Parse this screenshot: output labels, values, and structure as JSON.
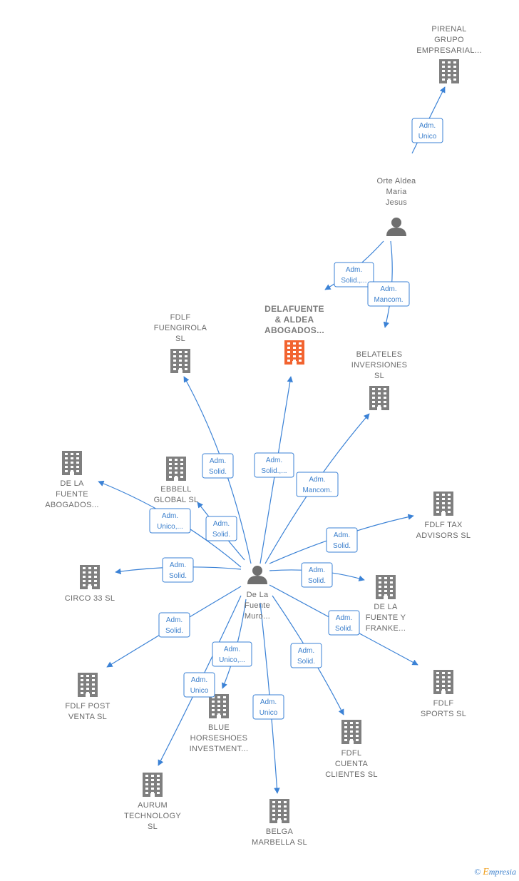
{
  "colors": {
    "edge": "#3b82d6",
    "building": "#7f7f7f",
    "building_main": "#f26430",
    "person": "#6f6f6f"
  },
  "nodes": [
    {
      "id": "pirenal",
      "type": "company",
      "lines": [
        "PIRENAL",
        "GRUPO",
        "EMPRESARIAL..."
      ]
    },
    {
      "id": "orte",
      "type": "person",
      "lines": [
        "Orte Aldea",
        "Maria",
        "Jesus"
      ]
    },
    {
      "id": "delafuente_aldea",
      "type": "company_main",
      "lines": [
        "DELAFUENTE",
        "& ALDEA",
        "ABOGADOS..."
      ]
    },
    {
      "id": "belateles",
      "type": "company",
      "lines": [
        "BELATELES",
        "INVERSIONES",
        "SL"
      ]
    },
    {
      "id": "fdlf_fuengirola",
      "type": "company",
      "lines": [
        "FDLF",
        "FUENGIROLA",
        "SL"
      ]
    },
    {
      "id": "de_la_fuente_abogados",
      "type": "company",
      "lines": [
        "DE LA",
        "FUENTE",
        "ABOGADOS..."
      ]
    },
    {
      "id": "ebbell",
      "type": "company",
      "lines": [
        "EBBELL",
        "GLOBAL  SL"
      ]
    },
    {
      "id": "fdlf_tax",
      "type": "company",
      "lines": [
        "FDLF TAX",
        "ADVISORS  SL"
      ]
    },
    {
      "id": "circo33",
      "type": "company",
      "lines": [
        "CIRCO 33  SL"
      ]
    },
    {
      "id": "center",
      "type": "person",
      "lines": [
        "De La",
        "Fuente",
        "Muro..."
      ]
    },
    {
      "id": "de_la_fuente_franke",
      "type": "company",
      "lines": [
        "DE LA",
        "FUENTE Y",
        "FRANKE..."
      ]
    },
    {
      "id": "fdlf_post_venta",
      "type": "company",
      "lines": [
        "FDLF POST",
        "VENTA  SL"
      ]
    },
    {
      "id": "blue_horseshoes",
      "type": "company",
      "lines": [
        "BLUE",
        "HORSESHOES",
        "INVESTMENT..."
      ]
    },
    {
      "id": "fdlf_sports",
      "type": "company",
      "lines": [
        "FDLF",
        "SPORTS  SL"
      ]
    },
    {
      "id": "fdfl_cuenta",
      "type": "company",
      "lines": [
        "FDFL",
        "CUENTA",
        "CLIENTES  SL"
      ]
    },
    {
      "id": "aurum",
      "type": "company",
      "lines": [
        "AURUM",
        "TECHNOLOGY",
        "SL"
      ]
    },
    {
      "id": "belga",
      "type": "company",
      "lines": [
        "BELGA",
        "MARBELLA  SL"
      ]
    }
  ],
  "relations": [
    {
      "from": "orte",
      "to": "pirenal",
      "label": [
        "Adm.",
        "Unico"
      ]
    },
    {
      "from": "orte",
      "to": "delafuente_aldea",
      "label": [
        "Adm.",
        "Solid.,..."
      ]
    },
    {
      "from": "orte",
      "to": "belateles",
      "label": [
        "Adm.",
        "Mancom."
      ]
    },
    {
      "from": "center",
      "to": "fdlf_fuengirola",
      "label": [
        "Adm.",
        "Solid."
      ]
    },
    {
      "from": "center",
      "to": "delafuente_aldea",
      "label": [
        "Adm.",
        "Solid.,..."
      ]
    },
    {
      "from": "center",
      "to": "belateles",
      "label": [
        "Adm.",
        "Mancom."
      ]
    },
    {
      "from": "center",
      "to": "de_la_fuente_abogados",
      "label": [
        "Adm.",
        "Unico,..."
      ]
    },
    {
      "from": "center",
      "to": "ebbell",
      "label": [
        "Adm.",
        "Solid."
      ]
    },
    {
      "from": "center",
      "to": "fdlf_tax",
      "label": [
        "Adm.",
        "Solid."
      ]
    },
    {
      "from": "center",
      "to": "circo33",
      "label": [
        "Adm.",
        "Solid."
      ]
    },
    {
      "from": "center",
      "to": "de_la_fuente_franke",
      "label": [
        "Adm.",
        "Solid."
      ]
    },
    {
      "from": "center",
      "to": "fdlf_sports",
      "label": [
        "Adm.",
        "Solid."
      ]
    },
    {
      "from": "center",
      "to": "fdlf_post_venta",
      "label": [
        "Adm.",
        "Solid."
      ]
    },
    {
      "from": "center",
      "to": "blue_horseshoes",
      "label": [
        "Adm.",
        "Unico,..."
      ]
    },
    {
      "from": "center",
      "to": "aurum",
      "label": [
        "Adm.",
        "Unico"
      ]
    },
    {
      "from": "center",
      "to": "belga",
      "label": [
        "Adm.",
        "Unico"
      ]
    },
    {
      "from": "center",
      "to": "fdfl_cuenta",
      "label": [
        "Adm.",
        "Solid."
      ]
    }
  ],
  "footer": {
    "copyright": "©",
    "brand_initial": "E",
    "brand_rest": "mpresia"
  }
}
